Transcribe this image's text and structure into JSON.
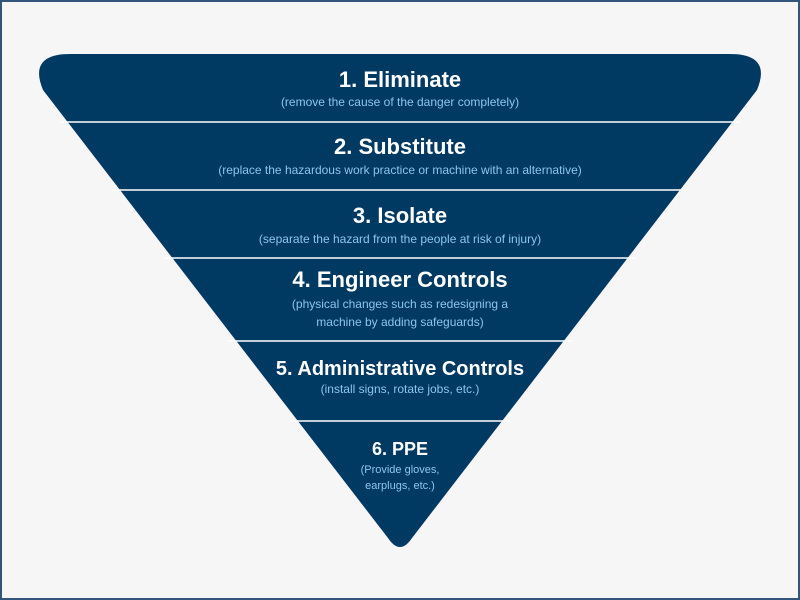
{
  "colors": {
    "background": "#f6f6f6",
    "border": "#34557a",
    "triangle_fill": "#003a63",
    "divider": "#ffffff",
    "title_text": "#ffffff",
    "description_text": "#8fc3ee"
  },
  "levels": [
    {
      "title": "1. Eliminate",
      "description": [
        "(remove the cause of the danger completely)"
      ]
    },
    {
      "title": "2. Substitute",
      "description": [
        "(replace the hazardous work practice or machine with an alternative)"
      ]
    },
    {
      "title": "3. Isolate",
      "description": [
        "(separate the hazard from the people at risk of injury)"
      ]
    },
    {
      "title": "4. Engineer Controls",
      "description": [
        "(physical changes such as redesigning a",
        "machine by adding safeguards)"
      ]
    },
    {
      "title": "5. Administrative Controls",
      "description": [
        "(install signs, rotate jobs, etc.)"
      ]
    },
    {
      "title": "6. PPE",
      "description": [
        "(Provide gloves,",
        "earplugs, etc.)"
      ]
    }
  ]
}
